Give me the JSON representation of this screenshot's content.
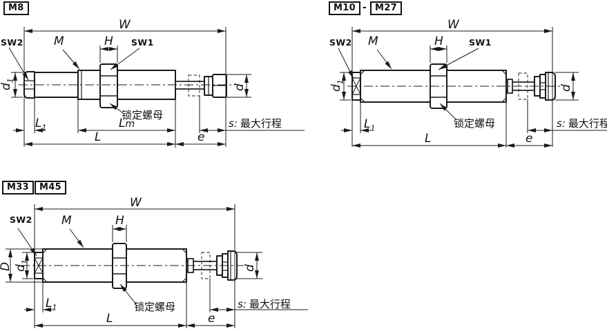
{
  "page": {
    "background": "#ffffff",
    "line_color": "#1a1a1a"
  },
  "drawings": {
    "m8": {
      "badges": [
        "M8"
      ],
      "labels": {
        "w": "W",
        "sw2": "SW2",
        "m": "M",
        "h": "H",
        "sw1": "SW1",
        "d1_base": "d",
        "d1_sub": "1",
        "lock_nut": "锁定螺母",
        "l1_base": "L",
        "l1_sub": "1",
        "lm_base": "L",
        "lm_sub": "m",
        "l": "L",
        "e": "e",
        "d": "d",
        "stroke_prefix": "s:",
        "stroke_text": "最大行程"
      }
    },
    "m10_m27": {
      "badges": [
        "M10",
        "M27"
      ],
      "badge_separator": "-",
      "labels": {
        "w": "W",
        "sw2": "SW2",
        "m": "M",
        "h": "H",
        "sw1": "SW1",
        "d1_base": "d",
        "d1_sub": "1",
        "lock_nut": "锁定螺母",
        "l1_base": "L",
        "l1_sub": "1",
        "l": "L",
        "e": "e",
        "d": "d",
        "stroke_prefix": "s:",
        "stroke_text": "最大行程"
      }
    },
    "m33_m45": {
      "badges": [
        "M33",
        "M45"
      ],
      "labels": {
        "w": "W",
        "sw2": "SW2",
        "m": "M",
        "h": "H",
        "big_d": "D",
        "d1_base": "d",
        "d1_sub": "1",
        "lock_nut": "锁定螺母",
        "l1_base": "L",
        "l1_sub": "1",
        "l": "L",
        "e": "e",
        "d": "d",
        "stroke_prefix": "s:",
        "stroke_text": "最大行程"
      }
    }
  }
}
